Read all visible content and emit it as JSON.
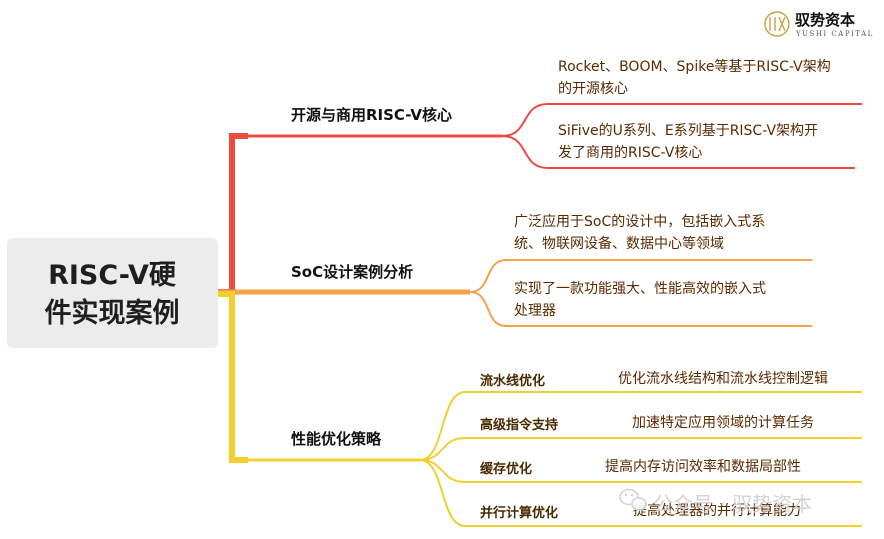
{
  "brand": {
    "name": "驭势资本",
    "subtitle": "YUSHI CAPITAL",
    "logo_icon": "yushi-logo-icon"
  },
  "root": {
    "line1": "RISC-V硬",
    "line2": "件实现案例"
  },
  "colors": {
    "red": "#ee4b3f",
    "orange": "#f5a24b",
    "yellow": "#f2cf2c",
    "root_bg": "#ececec"
  },
  "branches": [
    {
      "label": "开源与商用RISC-V核心",
      "leaves": [
        {
          "line1": "Rocket、BOOM、Spike等基于RISC-V架构",
          "line2": "的开源核心"
        },
        {
          "line1": "SiFive的U系列、E系列基于RISC-V架构开",
          "line2": "发了商用的RISC-V核心"
        }
      ]
    },
    {
      "label": "SoC设计案例分析",
      "leaves": [
        {
          "line1": "广泛应用于SoC的设计中，包括嵌入式系",
          "line2": "统、物联网设备、数据中心等领域"
        },
        {
          "line1": "实现了一款功能强大、性能高效的嵌入式",
          "line2": "处理器"
        }
      ]
    },
    {
      "label": "性能优化策略",
      "subs": [
        {
          "label": "流水线优化",
          "desc": "优化流水线结构和流水线控制逻辑"
        },
        {
          "label": "高级指令支持",
          "desc": "加速特定应用领域的计算任务"
        },
        {
          "label": "缓存优化",
          "desc": "提高内存访问效率和数据局部性"
        },
        {
          "label": "并行计算优化",
          "desc": "提高处理器的并行计算能力"
        }
      ]
    }
  ],
  "watermark": {
    "text": "公众号 · 驭势资本",
    "icon": "wechat-icon"
  }
}
